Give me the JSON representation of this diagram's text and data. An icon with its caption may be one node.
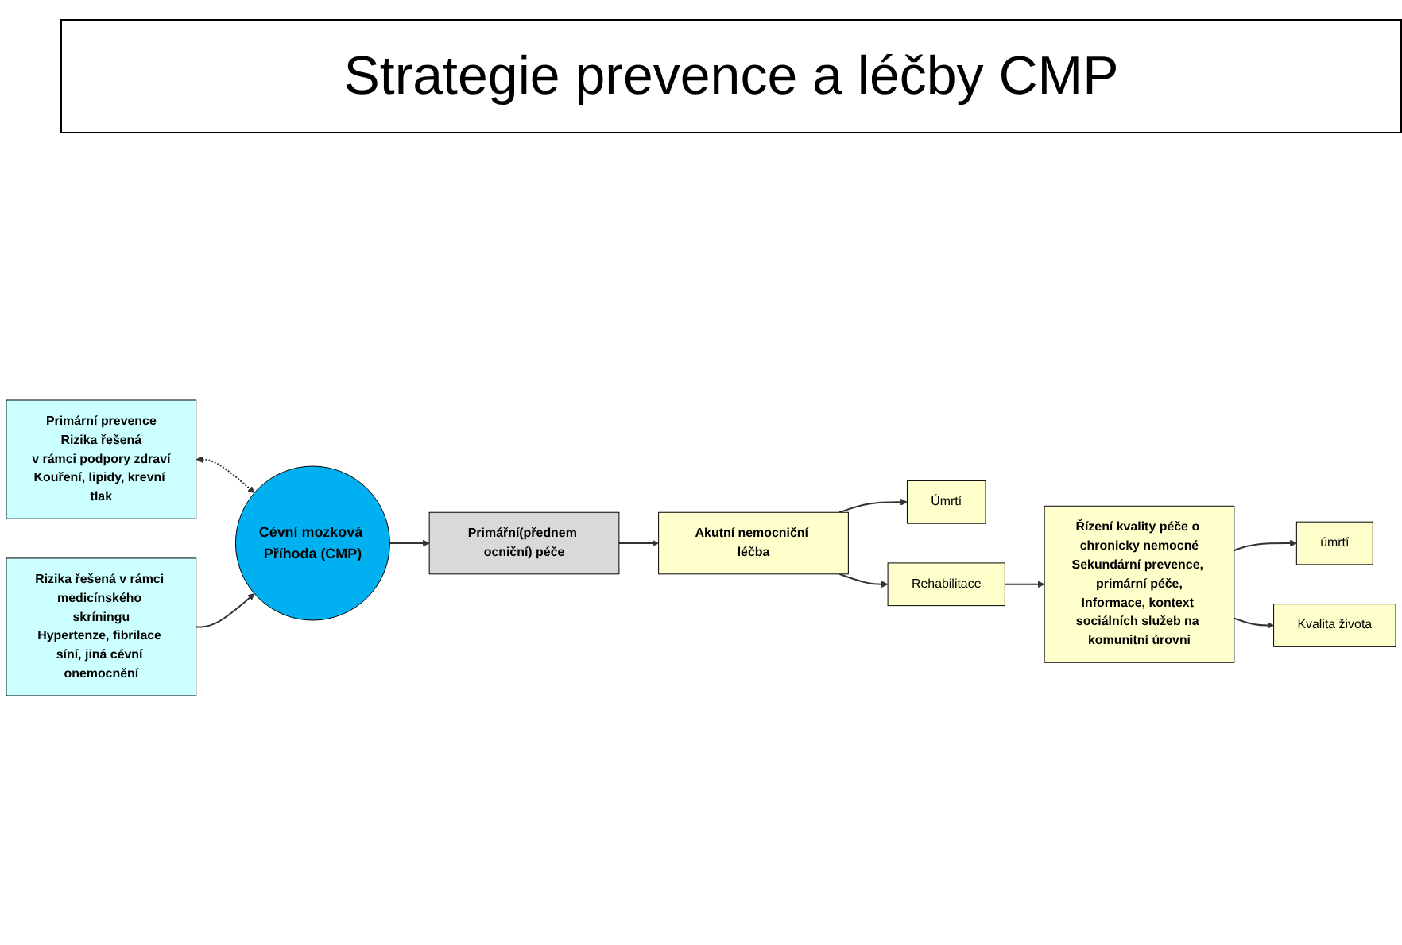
{
  "diagram": {
    "title": "Strategie prevence a léčby CMP",
    "nodes": [
      {
        "text": [
          "Primární prevence",
          "Rizika řešená",
          "v rámci podpory zdraví",
          "Kouření, lipidy, krevní tlak"
        ]
      },
      {
        "text": [
          "Rizika řešená v rámci medicínského skríningu",
          "Hypertenze, fibrilace síní, jiná cévní onemocnění"
        ]
      },
      {
        "text": [
          "Cévní mozková Příhoda (CMP)"
        ]
      },
      {
        "text": [
          "Primářní(přednem ocniční) péče"
        ]
      },
      {
        "text": [
          "Akutní nemocniční léčba"
        ]
      },
      {
        "text": [
          "Úmrtí"
        ]
      },
      {
        "text": [
          "Rehabilitace"
        ]
      },
      {
        "text": [
          "Řízení kvality péče o chronicky nemocné",
          "Sekundární prevence, primární péče,",
          "Informace, kontext sociálních služeb na komunitní úrovni"
        ]
      },
      {
        "text": [
          "úmrtí"
        ]
      },
      {
        "text": [
          "Kvalita života"
        ]
      }
    ],
    "edges": [
      {
        "from": 0,
        "to": 2,
        "arrow": "both",
        "style": "dashed"
      },
      {
        "from": 1,
        "to": 2,
        "arrow": "to"
      },
      {
        "from": 2,
        "to": 3,
        "arrow": "to"
      },
      {
        "from": 3,
        "to": 4,
        "arrow": "to"
      },
      {
        "from": 4,
        "to": 5,
        "arrow": "to"
      },
      {
        "from": 4,
        "to": 6,
        "arrow": "to"
      },
      {
        "from": 6,
        "to": 7,
        "arrow": "to"
      },
      {
        "from": 7,
        "to": 8,
        "arrow": "to"
      },
      {
        "from": 7,
        "to": 9,
        "arrow": "to"
      }
    ]
  }
}
